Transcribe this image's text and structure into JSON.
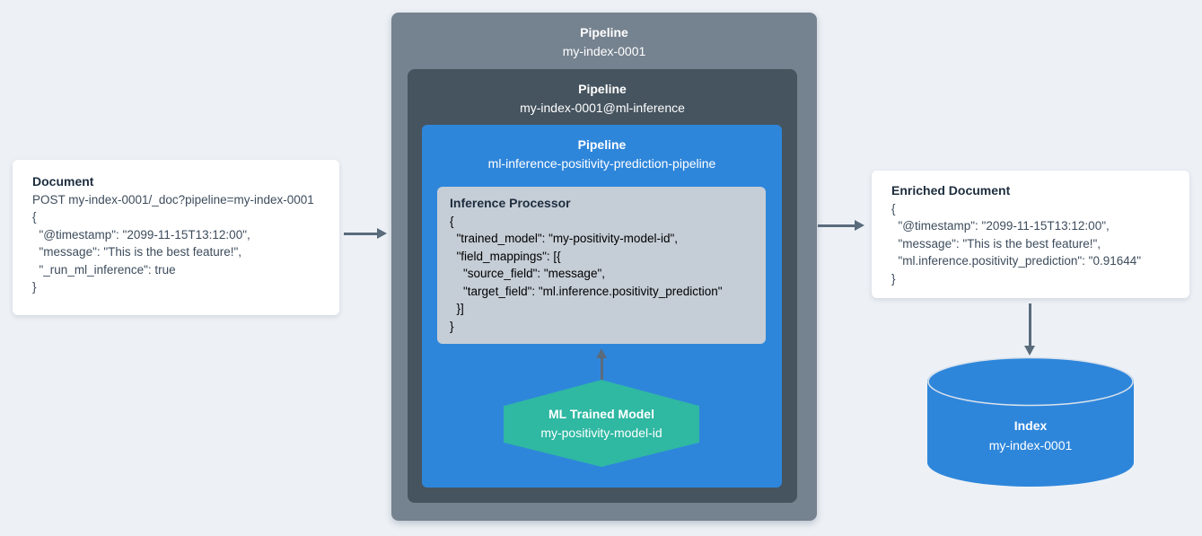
{
  "colors": {
    "background": "#EDF1F6",
    "outer-pipeline": "#75828F",
    "mid-pipeline": "#46545F",
    "inner-pipeline": "#2E86DB",
    "processor": "#C5CDD6",
    "model": "#2FB8A2",
    "index": "#2E86DB",
    "arrow": "#5A6B7C",
    "title-text": "#1D2D3E",
    "code-text": "#3D4C5C",
    "white-box": "#FFFFFF"
  },
  "document": {
    "title": "Document",
    "code": [
      "POST my-index-0001/_doc?pipeline=my-index-0001",
      "{",
      "  \"@timestamp\": \"2099-11-15T13:12:00\",",
      "  \"message\": \"This is the best feature!\",",
      "  \"_run_ml_inference\": true",
      "}"
    ]
  },
  "outer_pipeline": {
    "label": "Pipeline",
    "name": "my-index-0001"
  },
  "mid_pipeline": {
    "label": "Pipeline",
    "name": "my-index-0001@ml-inference"
  },
  "inner_pipeline": {
    "label": "Pipeline",
    "name": "ml-inference-positivity-prediction-pipeline"
  },
  "processor": {
    "title": "Inference Processor",
    "code": [
      "{",
      "  \"trained_model\": \"my-positivity-model-id\",",
      "  \"field_mappings\": [{",
      "    \"source_field\": \"message\",",
      "    \"target_field\": \"ml.inference.positivity_prediction\"",
      "  }]",
      "}"
    ]
  },
  "ml_model": {
    "label": "ML Trained Model",
    "name": "my-positivity-model-id"
  },
  "enriched_document": {
    "title": "Enriched Document",
    "code": [
      "{",
      "  \"@timestamp\": \"2099-11-15T13:12:00\",",
      "  \"message\": \"This is the best feature!\",",
      "  \"ml.inference.positivity_prediction\": \"0.91644\"",
      "}"
    ]
  },
  "index": {
    "label": "Index",
    "name": "my-index-0001"
  }
}
